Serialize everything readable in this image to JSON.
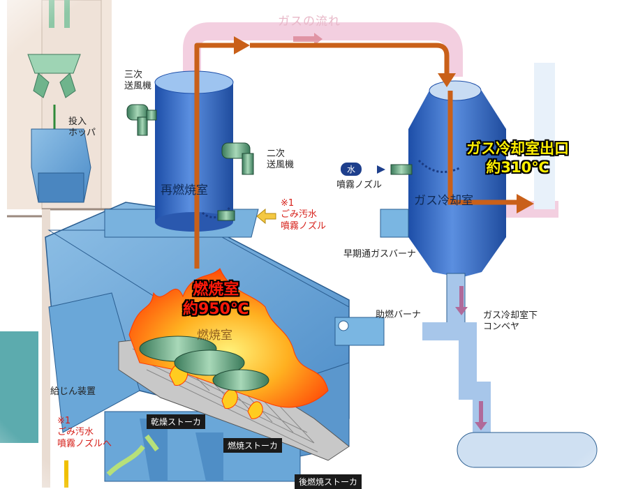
{
  "diagram": {
    "gas_flow_label": "ガスの流れ",
    "hopper_label": [
      "投入",
      "ホッパ"
    ],
    "tertiary_fan_label": [
      "三次",
      "送風機"
    ],
    "secondary_fan_label": [
      "二次",
      "送風機"
    ],
    "reburn_chamber_label": "再燃焼室",
    "spray_nozzle_top": {
      "ref": "※1",
      "lines": [
        "ごみ汚水",
        "噴霧ノズル"
      ]
    },
    "water_tag": "水",
    "water_spray_nozzle_label": "噴霧ノズル",
    "gas_cooling_chamber_label": "ガス冷却室",
    "early_gas_burner_label": "早期通ガスバーナ",
    "auxiliary_burner_label": "助燃バーナ",
    "cooling_conveyor_label": [
      "ガス冷却室下",
      "コンベヤ"
    ],
    "furnace_inner_label": "燃焼室",
    "feeder_label": "給じん装置",
    "spray_nozzle_bottom": {
      "ref": "※1",
      "lines": [
        "ごみ汚水",
        "噴霧ノズルへ"
      ]
    },
    "drying_stoker_label": "乾燥ストーカ",
    "combustion_stoker_label": "燃焼ストーカ",
    "post_stoker_label": "後燃焼ストーカ",
    "combustion_chamber_callout": {
      "name": "燃焼室",
      "temp": "約950℃"
    },
    "cooling_outlet_callout": {
      "name": "ガス冷却室出口",
      "temp": "約310℃"
    }
  },
  "colors": {
    "vessel_blue": "#2f64c6",
    "structure_blue": "#5f9fd4",
    "duct_pink": "#f3cfe0",
    "flow_arrow": "#c96019",
    "flame": "#ff6a10",
    "callout_red": "#ff1a0a",
    "callout_yellow": "#ffef00"
  }
}
